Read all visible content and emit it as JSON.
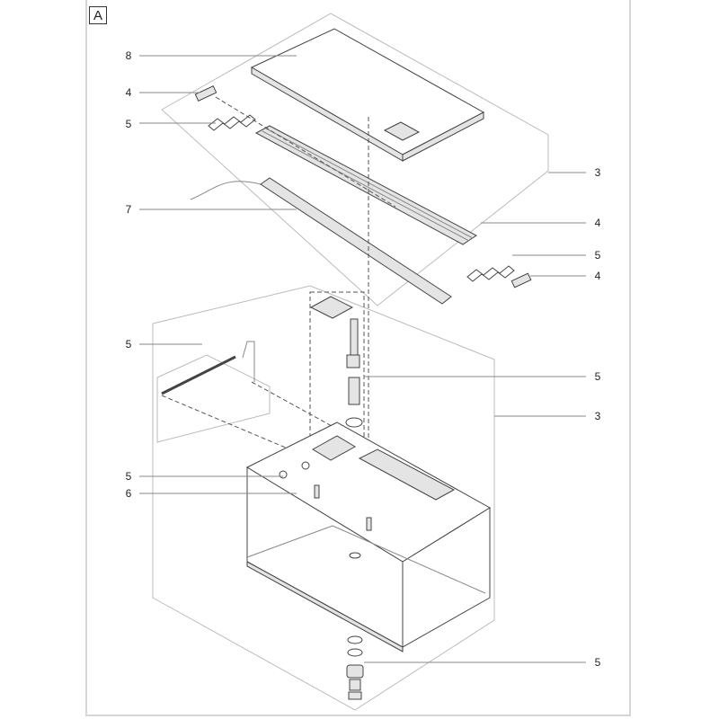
{
  "panel_letter": "A",
  "callouts_left": [
    {
      "label": "8"
    },
    {
      "label": "4"
    },
    {
      "label": "5"
    },
    {
      "label": "7"
    },
    {
      "label": "5"
    },
    {
      "label": "5"
    },
    {
      "label": "6"
    }
  ],
  "callouts_right": [
    {
      "label": "3"
    },
    {
      "label": "4"
    },
    {
      "label": "5"
    },
    {
      "label": "4"
    },
    {
      "label": "5"
    },
    {
      "label": "3"
    },
    {
      "label": "5"
    }
  ]
}
